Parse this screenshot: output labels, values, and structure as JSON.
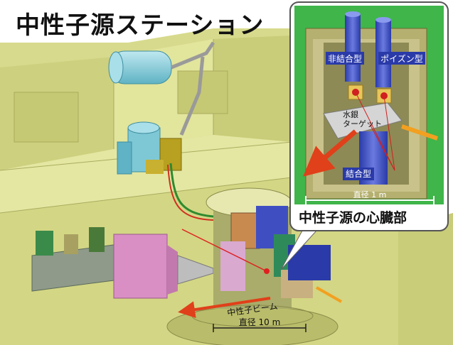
{
  "title": "中性子源ステーション",
  "inset_caption": "中性子源の心臓部",
  "labels": {
    "non_coupled": "非結合型",
    "poison": "ポイズン型",
    "target_line1": "水銀",
    "target_line2": "ターゲット",
    "coupled": "結合型",
    "inset_diameter": "直径 1 m",
    "beam": "中性子ビーム",
    "station_diameter": "直径 10 m"
  },
  "colors": {
    "building": "#d9dc8e",
    "building_dark": "#b9bc6a",
    "inset_green": "#3fb54a",
    "moderator_blue": "#3f4fc2",
    "beam_red": "#e0401a",
    "proton_orange": "#f2a020",
    "pink_unit": "#d98fc4",
    "tank_cyan": "#7ec8d6"
  }
}
